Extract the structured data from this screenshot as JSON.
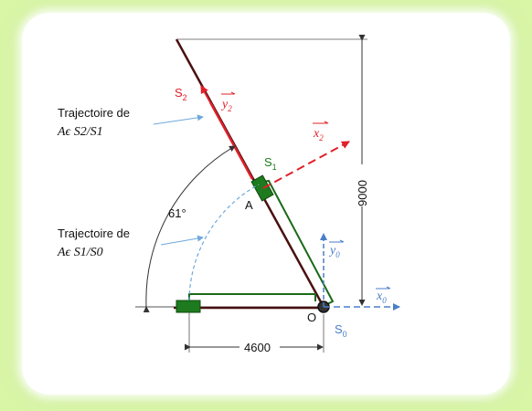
{
  "diagram": {
    "angle_label": "61°",
    "dim_horizontal": "4600",
    "dim_vertical": "9000",
    "traj1_line1": "Trajectoire de",
    "traj1_line2": "Aϵ S2/S1",
    "traj2_line1": "Trajectoire de",
    "traj2_line2": "Aϵ S1/S0",
    "point_A": "A",
    "point_O": "O",
    "s2_main": "S",
    "s2_sub": "2",
    "s1_main": "S",
    "s1_sub": "1",
    "s0_main": "S",
    "s0_sub": "0",
    "y2_main": "y",
    "y2_sub": "2",
    "x2_main": "x",
    "x2_sub": "2",
    "y0_main": "y",
    "y0_sub": "0",
    "x0_main": "x",
    "x0_sub": "0",
    "colors": {
      "red": "#e0202a",
      "green": "#1a7a1a",
      "blue": "#4a7ec8",
      "darkred": "#5a1010",
      "lightblue": "#6ea8dc",
      "background": "#d9f5a6"
    }
  }
}
